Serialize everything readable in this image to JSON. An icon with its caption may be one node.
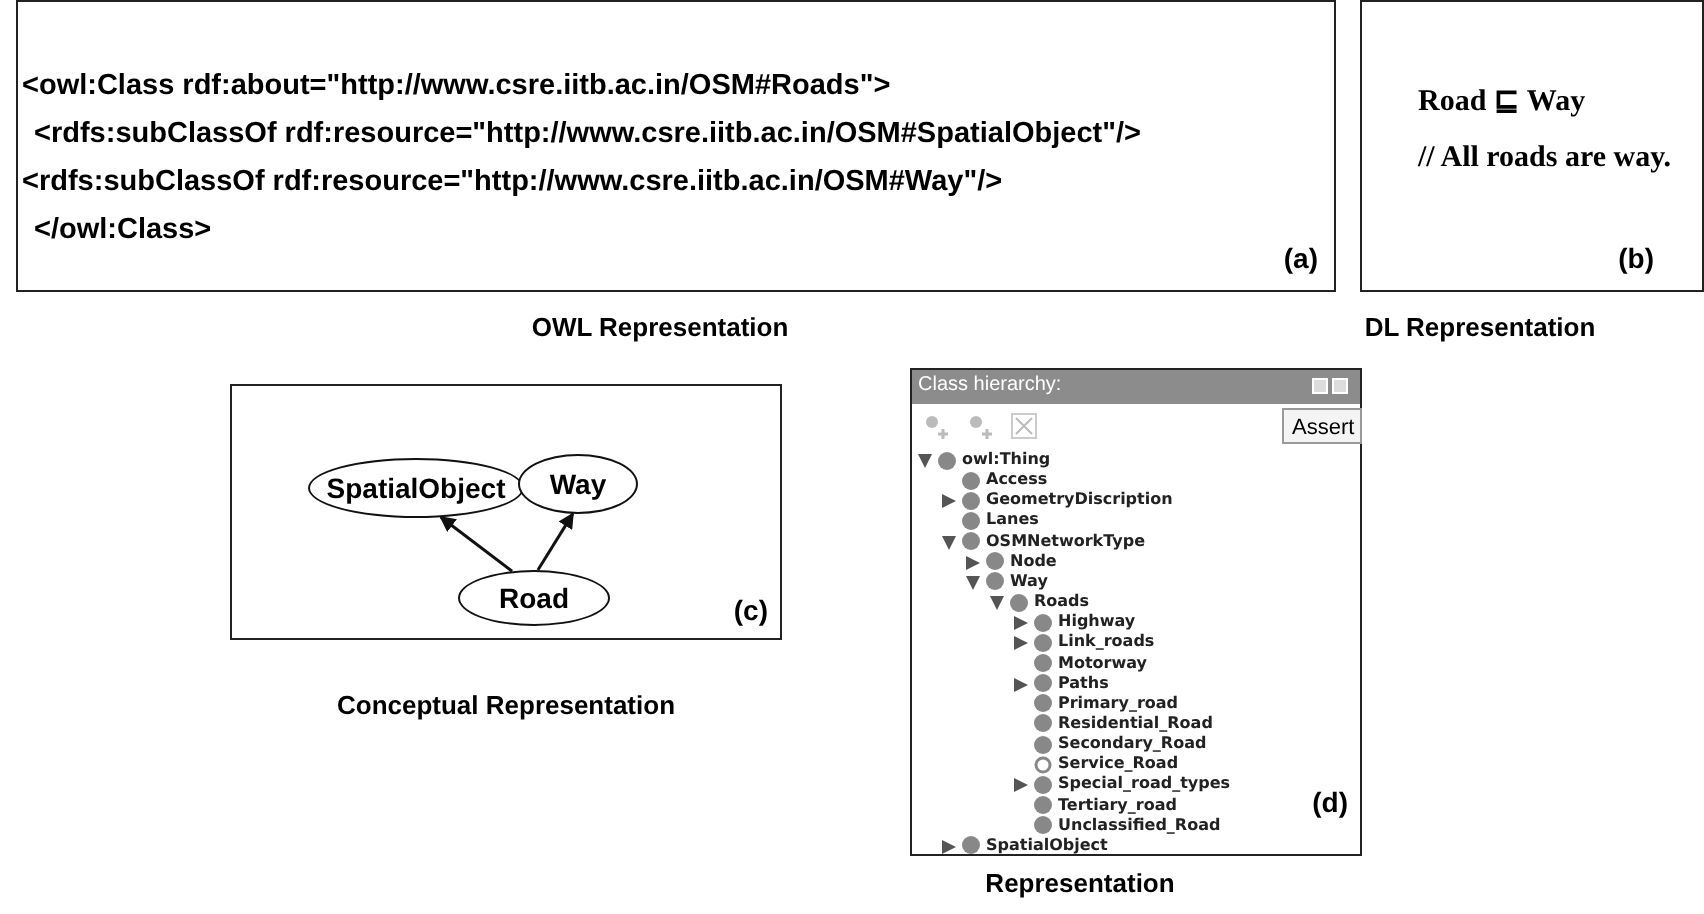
{
  "diagram": {
    "nodes": [
      {
        "text": [
          "<owl:Class rdf:about=\"http://www.csre.iitb.ac.in/OSM#Roads\">",
          "<rdfs:subClassOf rdf:resource=\"http://www.csre.iitb.ac.in/OSM#SpatialObject\"/>",
          "<rdfs:subClassOf rdf:resource=\"http://www.csre.iitb.ac.in/OSM#Way\"/>",
          "</owl:Class>",
          "(a)"
        ],
        "beside": [
          "OWL Representation"
        ]
      },
      {
        "text": [
          "Road ⊑ Way",
          "// All roads are way.",
          "(b)"
        ],
        "beside": [
          "DL Representation"
        ]
      },
      {
        "text": [
          "(c)"
        ],
        "beside": [
          "Conceptual Representation"
        ]
      },
      {
        "text": [
          "SpatialObject"
        ],
        "in": 2
      },
      {
        "text": [
          "Way"
        ],
        "in": 2
      },
      {
        "text": [
          "Road"
        ],
        "in": 2
      },
      {
        "text": [
          "Class hierarchy:",
          "Assert",
          "(d)"
        ],
        "beside": [
          "Representation"
        ]
      }
    ],
    "edges": [
      {
        "from": 5,
        "to": 3,
        "arrow": "to"
      },
      {
        "from": 5,
        "to": 4,
        "arrow": "to"
      }
    ],
    "labels": [
      "owl:Thing",
      "Access",
      "GeometryDiscription",
      "Lanes",
      "OSMNetworkType",
      "Node",
      "Way",
      "Roads",
      "Highway",
      "Link_roads",
      "Motorway",
      "Paths",
      "Primary_road",
      "Residential_Road",
      "Secondary_Road",
      "Service_Road",
      "Special_road_types",
      "Tertiary_road",
      "Unclassified_Road",
      "SpatialObject"
    ]
  }
}
